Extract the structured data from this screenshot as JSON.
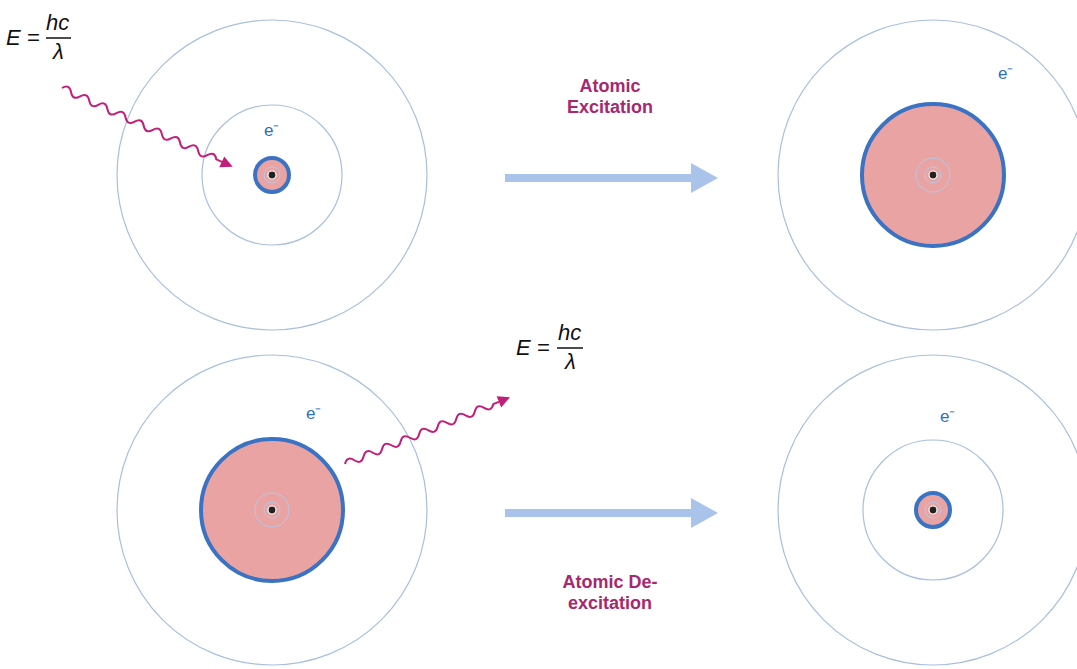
{
  "diagram": {
    "labels": [
      "E =",
      "hc",
      "λ",
      "e⁻",
      "Atomic Excitation",
      "e⁻",
      "E =",
      "hc",
      "λ",
      "e⁻",
      "e⁻",
      "Atomic De-excitation"
    ]
  }
}
